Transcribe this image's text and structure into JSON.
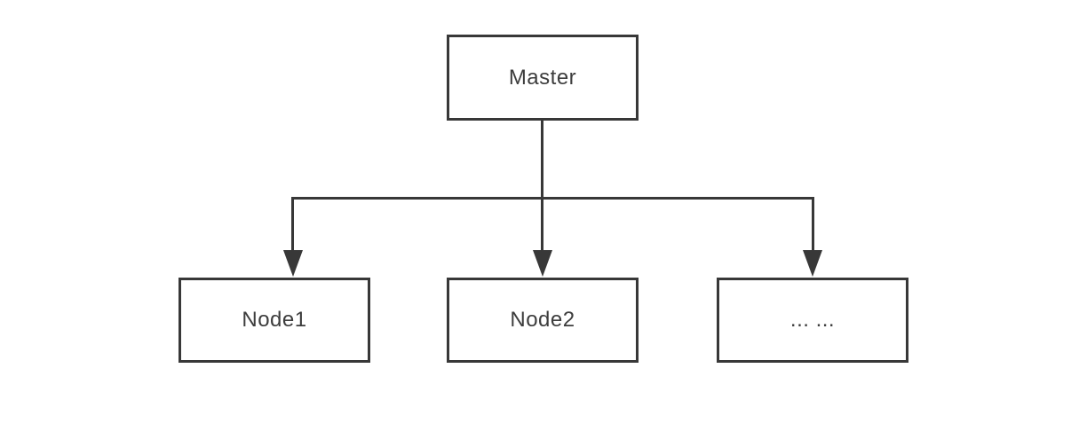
{
  "diagram": {
    "background": "#ffffff",
    "stroke_color": "#383838",
    "text_color": "#3d3d3d",
    "nodes": [
      {
        "id": "master",
        "label": "Master"
      },
      {
        "id": "node1",
        "label": "Node1"
      },
      {
        "id": "node2",
        "label": "Node2"
      },
      {
        "id": "more",
        "label": "... ..."
      }
    ],
    "edges": [
      {
        "from": "master",
        "to": "node1"
      },
      {
        "from": "master",
        "to": "node2"
      },
      {
        "from": "master",
        "to": "more"
      }
    ]
  }
}
